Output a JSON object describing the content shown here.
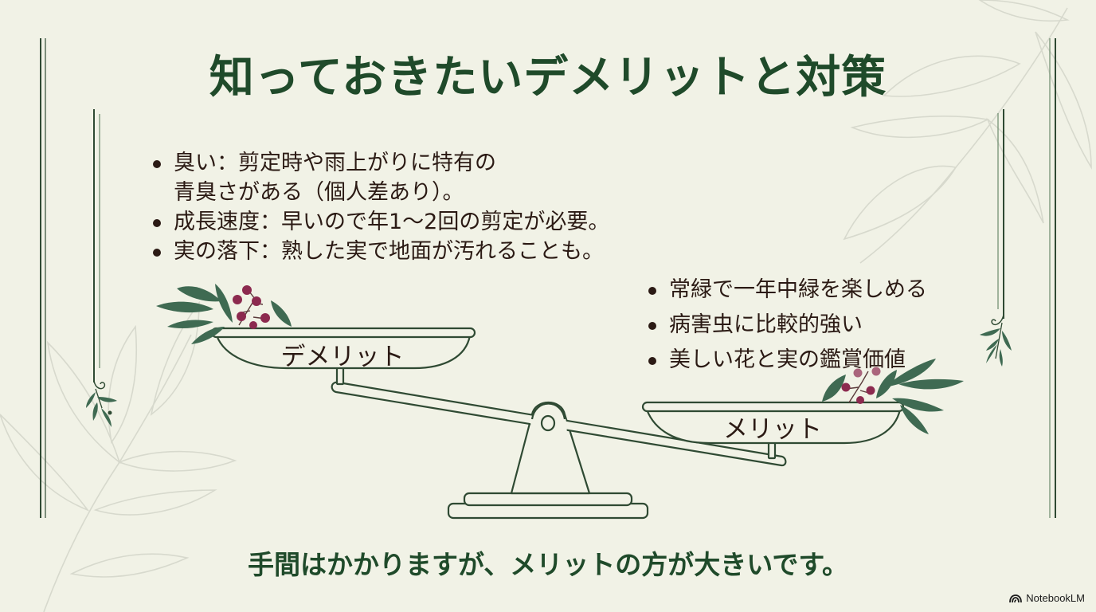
{
  "title": "知っておきたいデメリットと対策",
  "demerits": {
    "pan_label": "デメリット",
    "items": [
      {
        "line1": "臭い：剪定時や雨上がりに特有の",
        "line2": "青臭さがある（個人差あり）。"
      },
      {
        "line1": "成長速度：早いので年1〜2回の剪定が必要。"
      },
      {
        "line1": "実の落下：熟した実で地面が汚れることも。"
      }
    ]
  },
  "merits": {
    "pan_label": "メリット",
    "items": [
      "常緑で一年中緑を楽しめる",
      "病害虫に比較的強い",
      "美しい花と実の鑑賞価値"
    ]
  },
  "conclusion": "手間はかかりますが、メリットの方が大きいです。",
  "brand": {
    "label": "NotebookLM",
    "icon": "notebooklm-logo-icon"
  },
  "colors": {
    "background": "#f1f2e6",
    "title_green": "#1f4a2a",
    "text_dark": "#2b1a14",
    "scale_line": "#2f4a33",
    "leaf_green": "#3f6a52",
    "berry": "#8c2a4f",
    "sketch_leaf": "#d6d8cc"
  }
}
